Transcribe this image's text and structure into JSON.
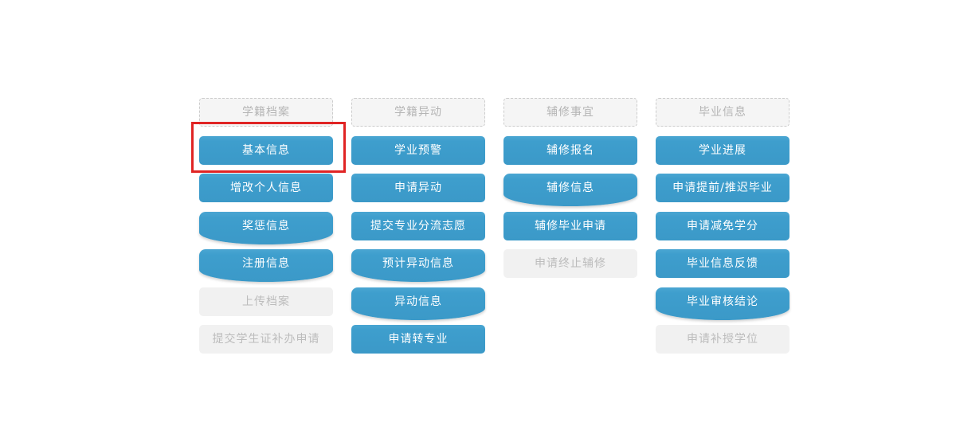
{
  "page": {
    "background": "#ffffff"
  },
  "colors": {
    "accent_blue": "#3e9ecd",
    "accent_blue_dark": "#3b99c8",
    "highlight_red": "#e02424",
    "disabled_bg": "#f1f1f1",
    "disabled_text": "#bcbcbc",
    "header_bg": "#f5f5f5",
    "header_border": "#cccccc",
    "header_text": "#b5b5b5",
    "button_text": "#ffffff"
  },
  "highlight": {
    "target": "基本信息",
    "shape": "red-rectangle"
  },
  "columns": [
    {
      "header": "学籍档案",
      "items": [
        {
          "label": "基本信息",
          "state": "active",
          "highlighted": true
        },
        {
          "label": "增改个人信息",
          "state": "active"
        },
        {
          "label": "奖惩信息",
          "state": "active"
        },
        {
          "label": "注册信息",
          "state": "active"
        },
        {
          "label": "上传档案",
          "state": "disabled"
        },
        {
          "label": "提交学生证补办申请",
          "state": "disabled"
        }
      ]
    },
    {
      "header": "学籍异动",
      "items": [
        {
          "label": "学业预警",
          "state": "active"
        },
        {
          "label": "申请异动",
          "state": "active"
        },
        {
          "label": "提交专业分流志愿",
          "state": "active"
        },
        {
          "label": "预计异动信息",
          "state": "active"
        },
        {
          "label": "异动信息",
          "state": "active"
        },
        {
          "label": "申请转专业",
          "state": "active"
        }
      ]
    },
    {
      "header": "辅修事宜",
      "items": [
        {
          "label": "辅修报名",
          "state": "active"
        },
        {
          "label": "辅修信息",
          "state": "active"
        },
        {
          "label": "辅修毕业申请",
          "state": "active"
        },
        {
          "label": "申请终止辅修",
          "state": "disabled"
        }
      ]
    },
    {
      "header": "毕业信息",
      "items": [
        {
          "label": "学业进展",
          "state": "active"
        },
        {
          "label": "申请提前/推迟毕业",
          "state": "active"
        },
        {
          "label": "申请减免学分",
          "state": "active"
        },
        {
          "label": "毕业信息反馈",
          "state": "active"
        },
        {
          "label": "毕业审核结论",
          "state": "active"
        },
        {
          "label": "申请补授学位",
          "state": "disabled"
        }
      ]
    }
  ]
}
